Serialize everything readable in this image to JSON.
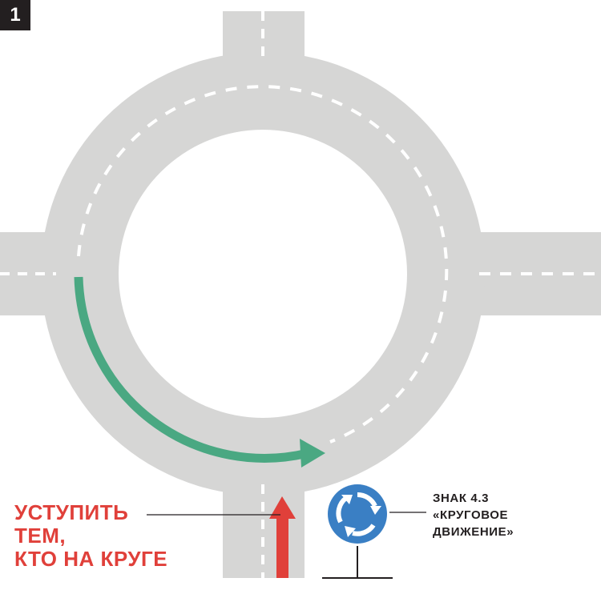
{
  "figure_number": "1",
  "yield_note": {
    "lines": [
      "УСТУПИТЬ",
      "ТЕМ,",
      "КТО НА КРУГЕ"
    ]
  },
  "sign_note": {
    "lines": [
      "ЗНАК 4.3",
      "«КРУГОВОЕ",
      "ДВИЖЕНИЕ»"
    ]
  },
  "colors": {
    "road": "#d6d6d5",
    "lane_marking": "#ffffff",
    "entry_arrow": "#e0403a",
    "path_arrow": "#4aa882",
    "sign_blue": "#3a7fc4",
    "text_dark": "#231f20"
  },
  "icons": {
    "roundabout_sign": "roundabout-sign-icon"
  }
}
